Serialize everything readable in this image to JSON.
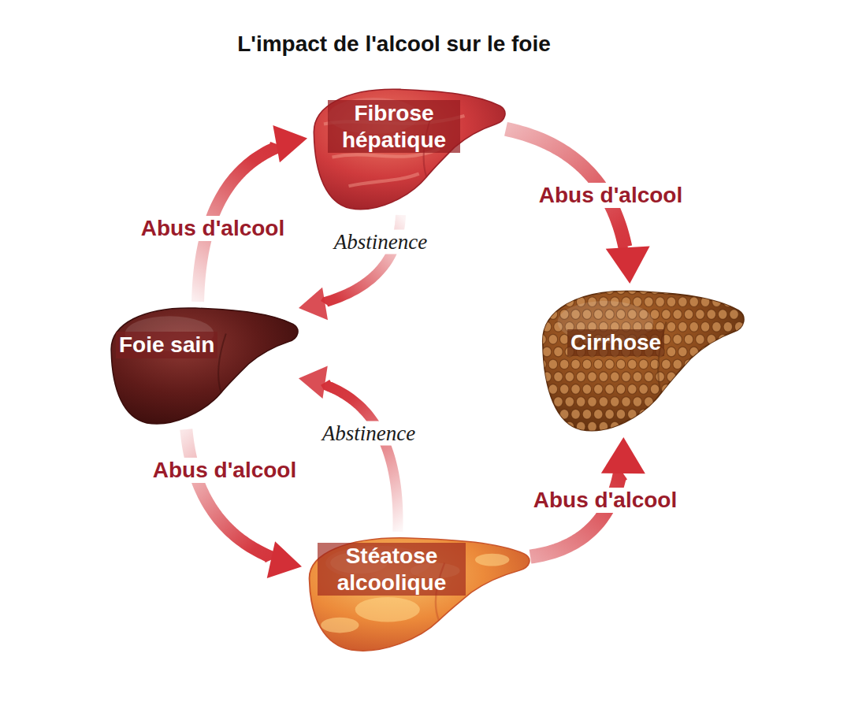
{
  "diagram": {
    "title": "L'impact de l'alcool sur le foie",
    "nodes": [
      {
        "text": [
          "Fibrose hépatique"
        ]
      },
      {
        "text": [
          "Foie sain"
        ]
      },
      {
        "text": [
          "Cirrhose"
        ]
      },
      {
        "text": [
          "Stéatose alcoolique"
        ]
      }
    ],
    "edges": [
      {
        "from": 1,
        "to": 0,
        "label": "Abus d'alcool",
        "arrow": "to"
      },
      {
        "from": 0,
        "to": 1,
        "label": "Abstinence",
        "arrow": "to"
      },
      {
        "from": 0,
        "to": 2,
        "label": "Abus d'alcool",
        "arrow": "to"
      },
      {
        "from": 1,
        "to": 3,
        "label": "Abus d'alcool",
        "arrow": "to"
      },
      {
        "from": 3,
        "to": 1,
        "label": "Abstinence",
        "arrow": "to"
      },
      {
        "from": 3,
        "to": 2,
        "label": "Abus d'alcool",
        "arrow": "to"
      }
    ]
  }
}
